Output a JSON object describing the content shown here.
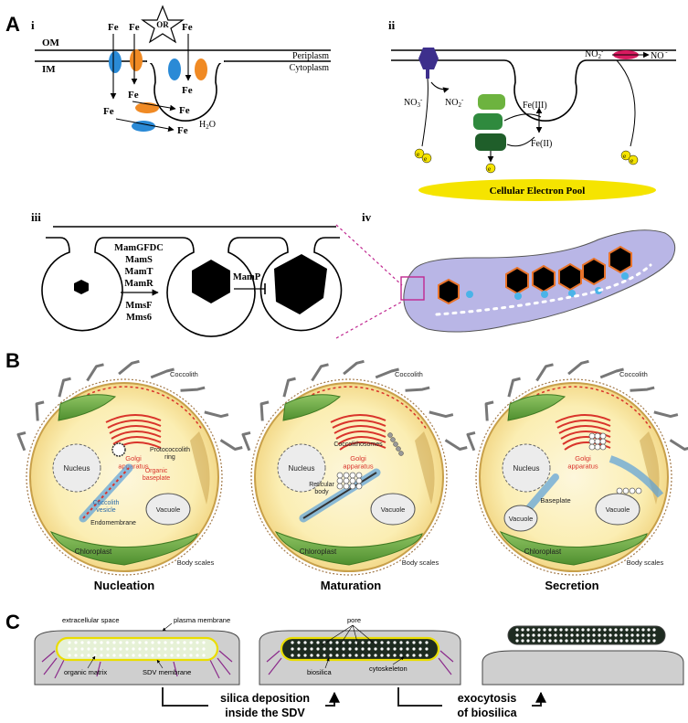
{
  "panel_a": {
    "label": "A",
    "i": {
      "label": "i",
      "om": "OM",
      "im": "IM",
      "periplasm": "Periplasm",
      "cytoplasm": "Cytoplasm",
      "or": "OR",
      "fe": "Fe",
      "h2o": "H",
      "h2o_sub": "2",
      "h2o_end": "O",
      "colors": {
        "blue": "#2a8ad6",
        "orange": "#f08a24"
      }
    },
    "ii": {
      "label": "ii",
      "no3_left": "NO",
      "no2": "NO",
      "no3_right": "NO",
      "no_out": "NO",
      "fe3": "Fe(III)",
      "fe2": "Fe(II)",
      "electron": "e",
      "pool": "Cellular Electron Pool",
      "colors": {
        "purple": "#3d2f8c",
        "pink": "#d81b60",
        "yellow": "#f5e400",
        "green_light": "#6db33f",
        "green_dark": "#1f5e2a"
      }
    },
    "iii": {
      "label": "iii",
      "proteins": [
        "MamGFDC",
        "MamS",
        "MamT",
        "MamR"
      ],
      "proteins2": [
        "MmsF",
        "Mms6"
      ],
      "mamp": "MamP"
    },
    "iv": {
      "label": "iv",
      "colors": {
        "cell": "#b9b6e6",
        "crystal_border": "#e8732a",
        "dot": "#4ab3e8"
      }
    }
  },
  "panel_b": {
    "label": "B",
    "stages": [
      {
        "title": "Nucleation",
        "labels": {
          "coccolith": "Coccolith",
          "golgi": "Golgi\napparatus",
          "nucleus": "Nucleus",
          "protococcolith": "Protococcolith\nring",
          "organic": "Organic\nbaseplate",
          "vesicle": "Coccolith\nvesicle",
          "endomembrane": "Endomembrane",
          "vacuole": "Vacuole",
          "chloroplast": "Chloroplast",
          "body_scales": "Body scales"
        }
      },
      {
        "title": "Maturation",
        "labels": {
          "coccolith": "Coccolith",
          "golgi": "Golgi\napparatus",
          "nucleus": "Nucleus",
          "coccolithosomes": "Coccolithosomes",
          "reticular": "Reticular\nbody",
          "vacuole": "Vacuole",
          "chloroplast": "Chloroplast",
          "body_scales": "Body scales"
        }
      },
      {
        "title": "Secretion",
        "labels": {
          "coccolith": "Coccolith",
          "golgi": "Golgi\napparatus",
          "nucleus": "Nucleus",
          "baseplate": "Baseplate",
          "vacuole1": "Vacuole",
          "vacuole2": "Vacuole",
          "chloroplast": "Chloroplast",
          "body_scales": "Body scales"
        }
      }
    ]
  },
  "panel_c": {
    "label": "C",
    "extracellular": "extracellular space",
    "plasma": "plasma membrane",
    "organic_matrix": "organic matrix",
    "sdv_membrane": "SDV membrane",
    "pore": "pore",
    "biosilica": "biosilica",
    "cytoskeleton": "cytoskeleton",
    "step1_line1": "silica deposition",
    "step1_line2": "inside the SDV",
    "step2_line1": "exocytosis",
    "step2_line2": "of biosilica"
  }
}
